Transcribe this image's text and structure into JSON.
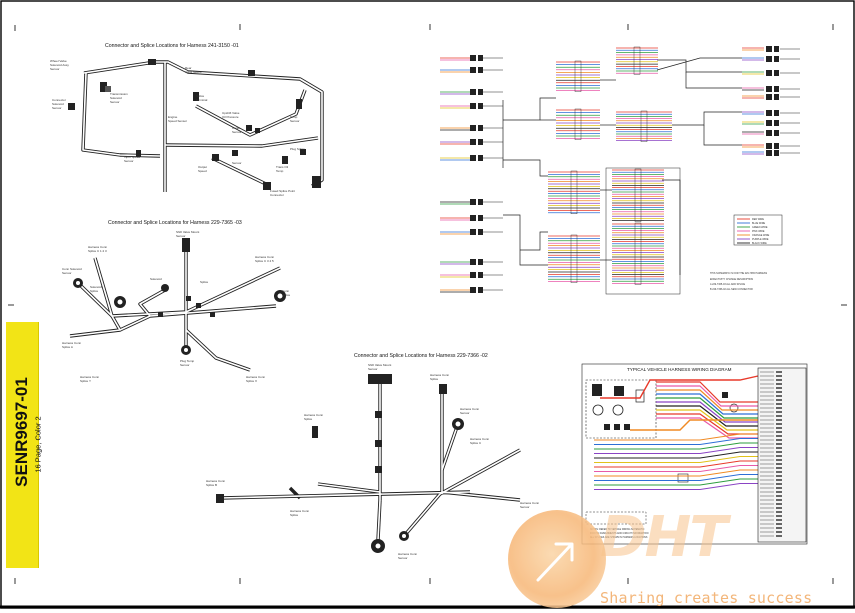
{
  "sheet": {
    "doc_number": "SENR9697-01",
    "page_info": "16 Page, Color 2"
  },
  "harnesses": [
    {
      "title": "Connector and Splice Locations for Harness 241-3150 -01"
    },
    {
      "title": "Connector and Splice Locations for Harness 229-7365 -03"
    },
    {
      "title": "Connector and Splice Locations for Harness 229-7366 -02"
    }
  ],
  "vehicle_diagram": {
    "title": "TYPICAL VEHICLE HARNESS WIRING DIAGRAM"
  },
  "watermark": {
    "tagline": "Sharing creates success"
  },
  "colors": {
    "tab_yellow": "#f2e416",
    "watermark_orange": "#f3b67a",
    "wire_black": "#222222",
    "wire_red": "#e8392a",
    "wire_blue": "#2d6fd6",
    "wire_green": "#2e9e3f",
    "wire_pink": "#e85aa8",
    "wire_orange": "#f08a24",
    "wire_purple": "#8a44c4",
    "wire_yellow": "#e0c21a"
  },
  "icons": [
    "upload-arrow-icon"
  ]
}
